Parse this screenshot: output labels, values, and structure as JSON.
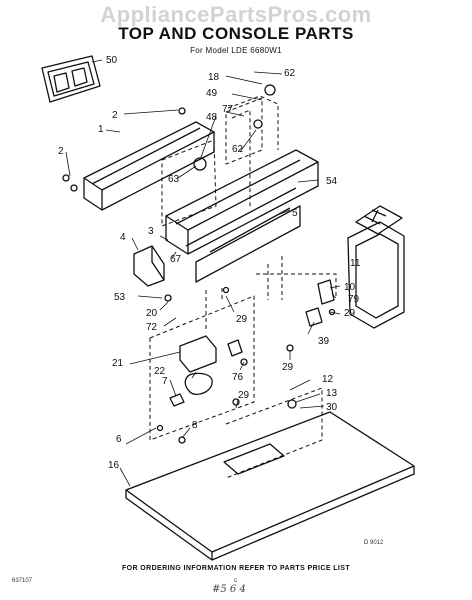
{
  "header": {
    "watermark": "AppliancePartsPros.com",
    "title": "TOP AND CONSOLE PARTS",
    "subtitle": "For Model LDE 6680W1"
  },
  "footer": {
    "note": "FOR ORDERING INFORMATION REFER TO PARTS PRICE LIST",
    "diagram_code": "D 9012",
    "code_left": "637107",
    "code_center": "c",
    "handwritten": "#5 6 4"
  },
  "part_numbers": [
    "50",
    "18",
    "62",
    "49",
    "77",
    "2",
    "48",
    "62",
    "1",
    "2",
    "63",
    "54",
    "5",
    "3",
    "4",
    "67",
    "11",
    "10",
    "53",
    "20",
    "72",
    "29",
    "79",
    "29",
    "39",
    "21",
    "22",
    "7",
    "76",
    "29",
    "12",
    "13",
    "30",
    "29",
    "6",
    "8",
    "16"
  ]
}
